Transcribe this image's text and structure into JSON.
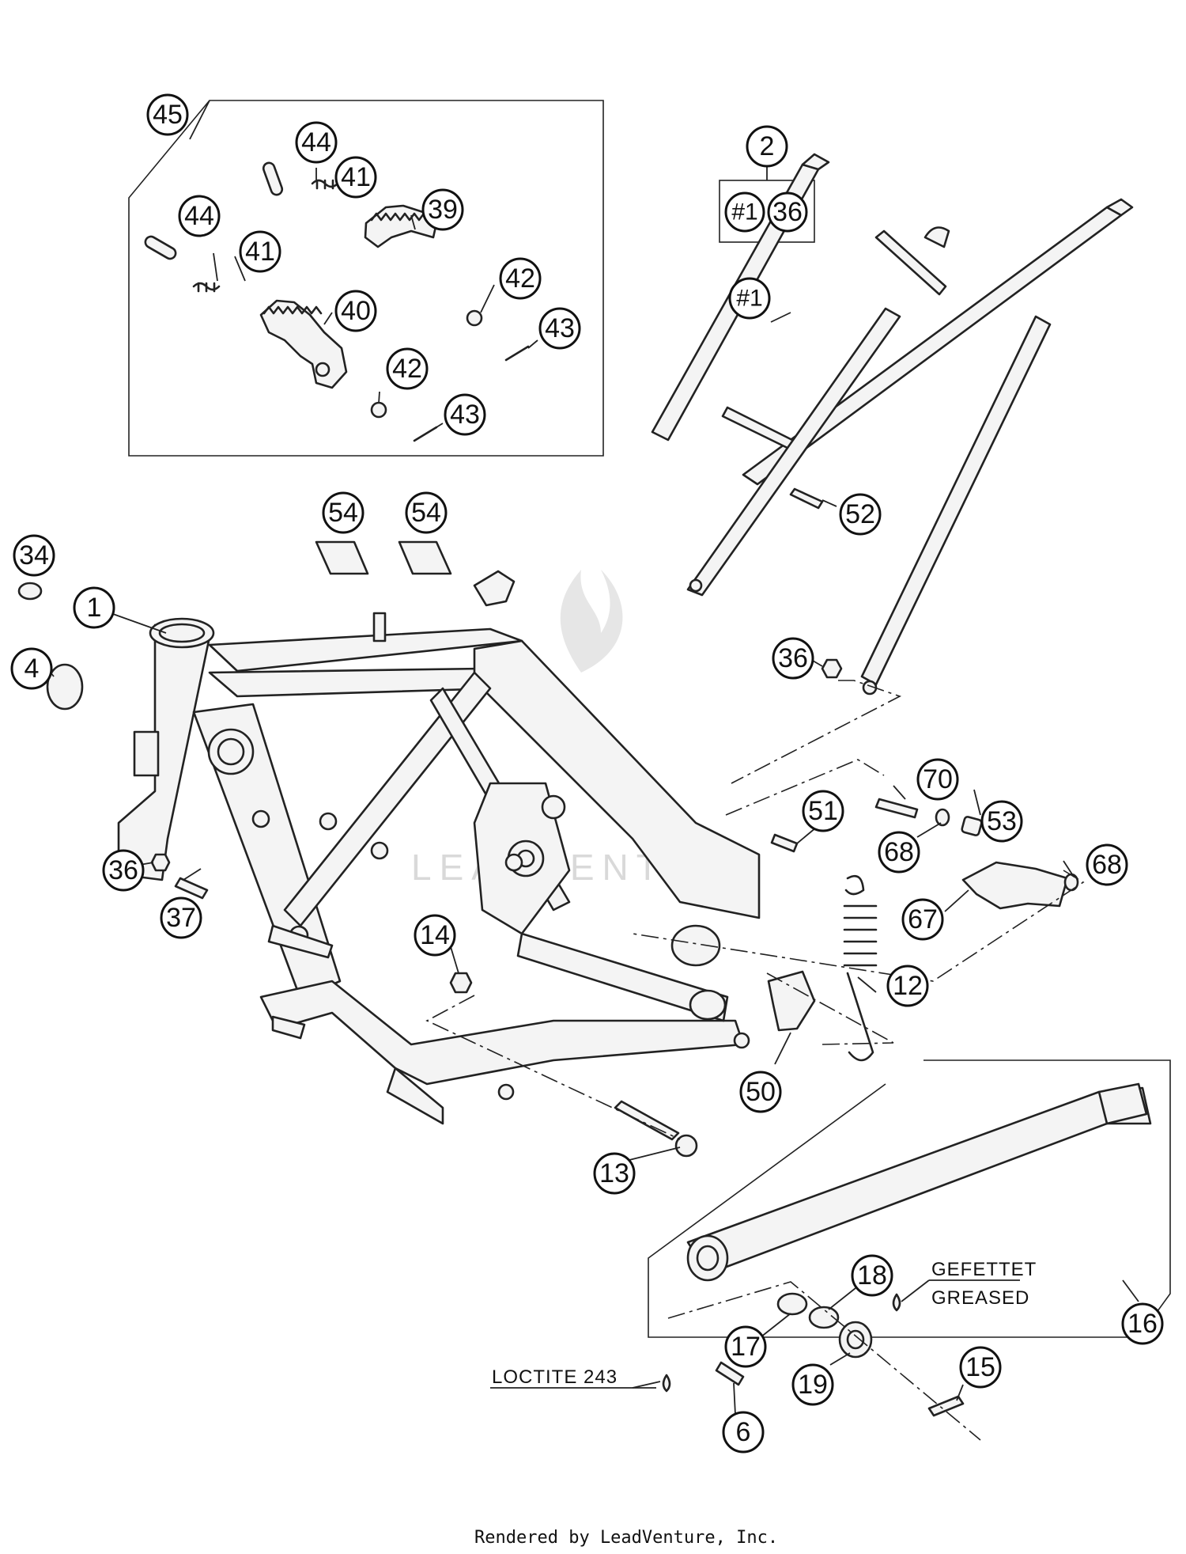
{
  "callouts": {
    "c45": "45",
    "c44a": "44",
    "c44b": "44",
    "c41a": "41",
    "c41b": "41",
    "c39": "39",
    "c40": "40",
    "c42a": "42",
    "c42b": "42",
    "c43a": "43",
    "c43b": "43",
    "c2": "2",
    "c1box": "#1",
    "c36box": "36",
    "c1sub": "#1",
    "c52": "52",
    "c54a": "54",
    "c54b": "54",
    "c34": "34",
    "c1": "1",
    "c4": "4",
    "c36a": "36",
    "c36b": "36",
    "c37": "37",
    "c14": "14",
    "c13": "13",
    "c70": "70",
    "c53": "53",
    "c51": "51",
    "c68a": "68",
    "c68b": "68",
    "c67": "67",
    "c12": "12",
    "c50": "50",
    "c18": "18",
    "c17": "17",
    "c19": "19",
    "c15": "15",
    "c6": "6",
    "c16": "16"
  },
  "notes": {
    "gefettet": "GEFETTET",
    "greased": "GREASED",
    "loctite": "LOCTITE 243"
  },
  "watermark": "LEADVENTURE",
  "footer": "Rendered by LeadVenture, Inc."
}
